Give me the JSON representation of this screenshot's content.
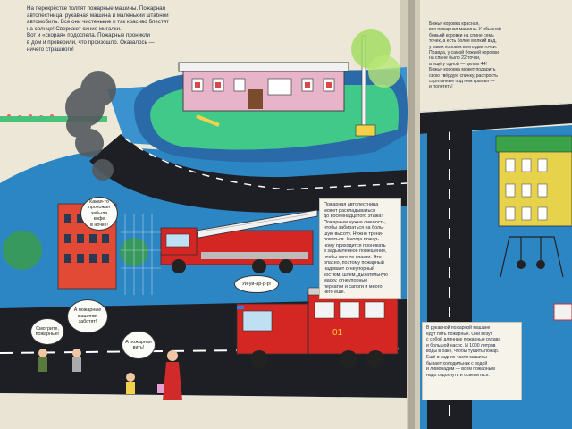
{
  "page_left": {
    "intro_text": "На перекрёстке толпят пожарные машины. Пожарная\nавтолестница, рукавная машина и маленький штабной\nавтомобиль. Все они чистенькие и так красиво блестят\nна солнце! Сверкают синие мигалки.\nВот и «скорая» подоспела. Пожарные проникли\nв дом и проверили, что произошло. Оказалось —\nничего страшного!",
    "ladder_text": "Пожарная автолестница\nможет раскладываться\nдо восемнадцатого этажа!\nПожарным нужна смелость,\nчтобы забираться на боль-\nшую высоту. Нужно трени-\nроваться. Иногда пожар-\nному приходится проникать\nв задымленное помещение,\nчтобы кого-то спасти. Это\nопасно, поэтому пожарный\nнадевает огнеупорный\nкостюм, шлем, дыхательную\nмаску, огнеупорные\nперчатки и сапоги и много\nчего ещё.",
    "bubble_smoke": "Какая-то\nпрохожая забыла\nкофе\nв ночке!",
    "bubble_siren": "Уи-уи-ар-р-р!",
    "bubble_look": "Смотрите,\nпожарные!",
    "bubble_bravo": "А пожарные\nмашинки\nзаботят!",
    "bubble_ambulance": "А пожарная\nвить!"
  },
  "page_right": {
    "ladybug_text": "Божья коровка красная,\nвся пожарная машина. У обычной\nбожьей коровки на спине семь\nточек, а есть более мелкий вид,\nу таких коровок всего две точки.\nПравда, у самой божьей коровки\nна спине было 22 точки,\nа ещё у одной — целых 44!\nБожья коровка может подарить\nсвою твёрдую спинку, распроcть\nспрятанные под ним крылья —\nи полететь!",
    "hose_text": "В рукавной пожарной машине\nедут пять пожарных. Они везут\nс собой длинные пожарные рукава\nи большой насос. И 1000 литров\nводы в баке, чтобы тушить пожар.\nЕщё в задних части машины\nбывает холодильник с водой\nи лимонадом — всем пожарным\nнадо отдохнуть и освежиться."
  },
  "vehicles": {
    "pump_truck_number": "01"
  },
  "colors": {
    "paper": "#ece7d6",
    "water": "#2d86c4",
    "road": "#1d1f24",
    "grass": "#41c98a",
    "truck_red": "#d42622"
  }
}
